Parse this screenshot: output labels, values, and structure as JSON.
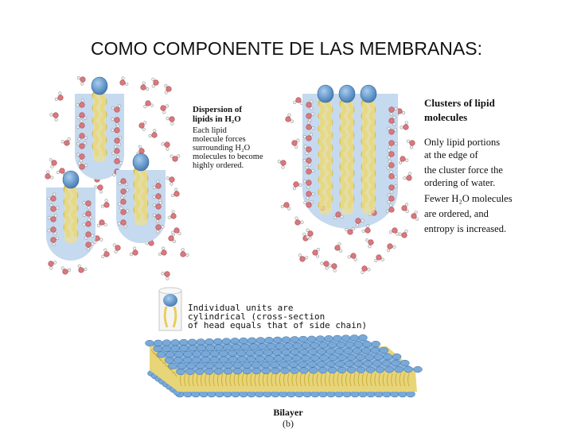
{
  "title": "COMO COMPONENTE DE LAS MEMBRANAS:",
  "panel_a": {
    "heading_lines": [
      "Dispersion of",
      "lipids in H₂O"
    ],
    "body_lines": [
      "Each lipid",
      "molecule forces",
      "surrounding H₂O",
      "molecules to become",
      "highly ordered."
    ]
  },
  "panel_b": {
    "heading_lines": [
      "Clusters of lipid",
      "molecules"
    ],
    "body_lines": [
      "Only lipid portions",
      "at the edge of",
      "the cluster force the",
      "ordering of water.",
      "Fewer H₂O molecules",
      "are ordered, and",
      "entropy is increased."
    ]
  },
  "panel_c": {
    "unit_lines": [
      "Individual units are",
      "cylindrical (cross-section",
      "of head equals that of side chain)"
    ],
    "caption": "Bilayer",
    "sublabel": "(b)"
  },
  "colors": {
    "cage": "#c5d9ef",
    "head": "#6a9fd1",
    "tail": "#ecdf91",
    "water_o": "#d9797e",
    "bilayer_head": "#79a9d8",
    "bilayer_core": "#e9d476"
  }
}
